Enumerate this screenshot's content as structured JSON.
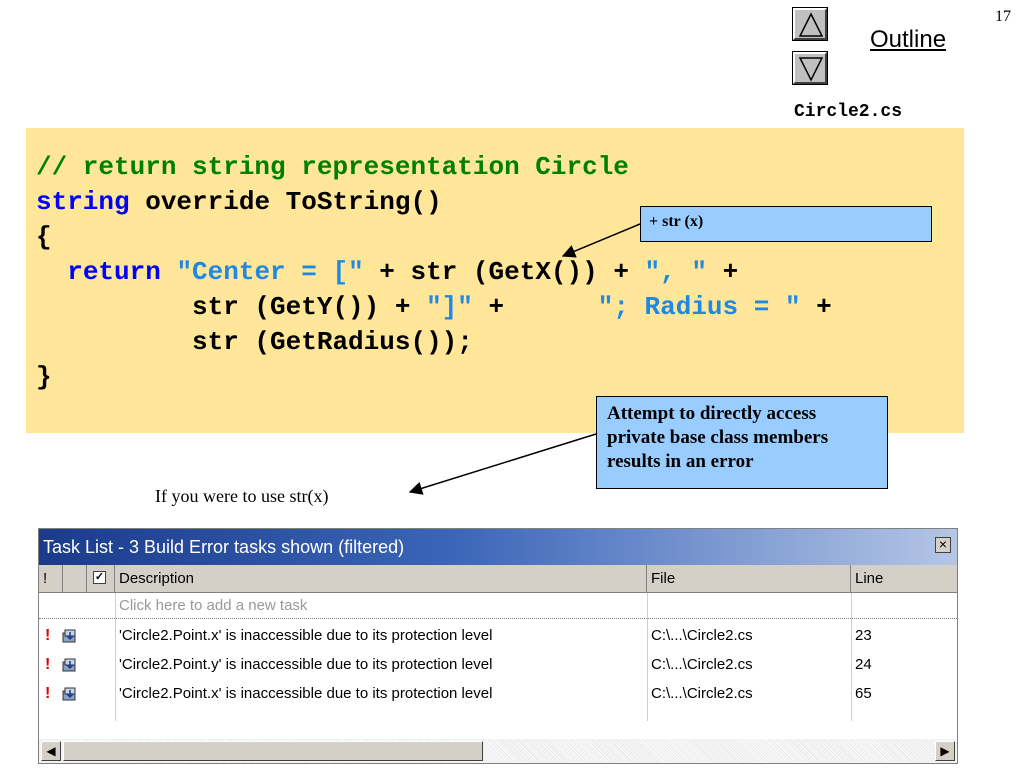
{
  "slide": {
    "page_number": "17",
    "outline_label": "Outline",
    "file_label": "Circle2.cs"
  },
  "code": {
    "line1": "// return string representation Circle",
    "line2_kw": "string",
    "line2_rest": " override ToString()",
    "line3": "{",
    "line4_indent": "  ",
    "line4_kw": "return",
    "line4_s1": " \"Center = [\"",
    "line4_mid": " + str (GetX()) + ",
    "line4_s2": "\", \"",
    "line4_end": " +",
    "line5_pre": "          str (GetY()) + ",
    "line5_s1": "\"]\"",
    "line5_mid": " +      ",
    "line5_s2": "\"; Radius = \"",
    "line5_end": " +",
    "line6": "          str (GetRadius());",
    "line7": "}"
  },
  "callouts": {
    "str_note": "+ str (x)",
    "error_note": "Attempt to directly access private base class members results in an error",
    "plain_note": "If you were to use str(x)"
  },
  "task_list": {
    "title": "Task List - 3 Build Error tasks shown (filtered)",
    "close_glyph": "×",
    "columns": {
      "bang": "!",
      "check": "✓",
      "description": "Description",
      "file": "File",
      "line": "Line"
    },
    "new_task_placeholder": "Click here to add a new task",
    "rows": [
      {
        "description": "'Circle2.Point.x' is inaccessible due to its protection level",
        "file": "C:\\...\\Circle2.cs",
        "line": "23"
      },
      {
        "description": "'Circle2.Point.y' is inaccessible due to its protection level",
        "file": "C:\\...\\Circle2.cs",
        "line": "24"
      },
      {
        "description": "'Circle2.Point.x' is inaccessible due to its protection level",
        "file": "C:\\...\\Circle2.cs",
        "line": "65"
      }
    ],
    "error_marker": "!",
    "scroll_left": "◀",
    "scroll_right": "▶"
  },
  "icons": {
    "nav_up": "triangle-up-icon",
    "nav_down": "triangle-down-icon",
    "build_error": "build-error-icon"
  },
  "colors": {
    "code_background": "#ffe699",
    "comment": "#008000",
    "keyword": "#0000ff",
    "string": "#1e88e5",
    "callout_fill": "#99ccff",
    "error_marker": "#e00000"
  }
}
